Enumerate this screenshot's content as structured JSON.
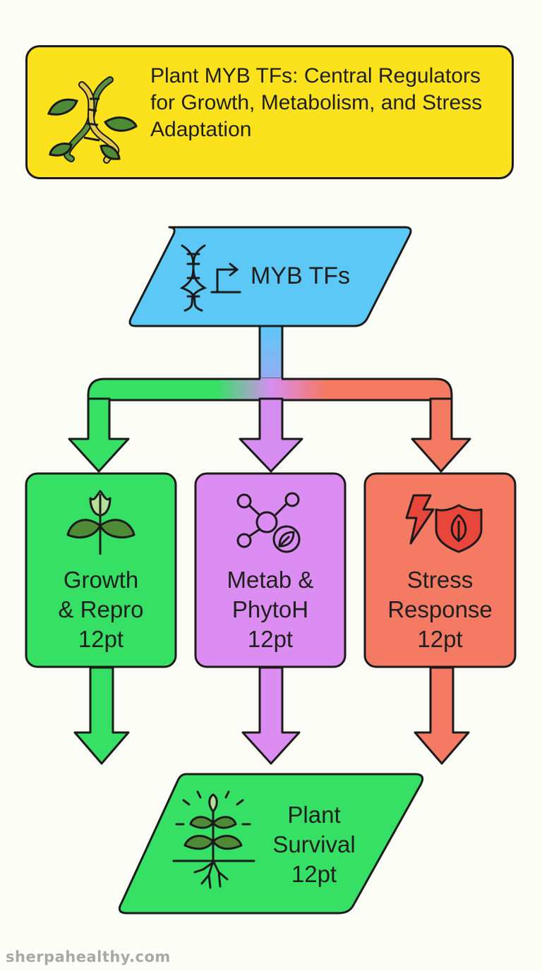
{
  "header": {
    "title": "Plant MYB TFs: Central Regulators for Growth, Metabolism, and Stress Adaptation",
    "icon": "dna-leaf-icon"
  },
  "source_node": {
    "label": "MYB TFs",
    "icon": "dna-transcription-icon",
    "color": "#5bc8f5"
  },
  "branches": [
    {
      "label_line1": "Growth",
      "label_line2": "& Repro",
      "label_line3": "12pt",
      "icon": "sprout-flower-icon",
      "color": "#36e065"
    },
    {
      "label_line1": "Metab &",
      "label_line2": "PhytoH",
      "label_line3": "12pt",
      "icon": "molecule-leaf-icon",
      "color": "#dc8df2"
    },
    {
      "label_line1": "Stress",
      "label_line2": "Response",
      "label_line3": "12pt",
      "icon": "lightning-shield-icon",
      "color": "#f57a64"
    }
  ],
  "outcome_node": {
    "label_line1": "Plant",
    "label_line2": "Survival",
    "label_line3": "12pt",
    "icon": "rooted-plant-icon",
    "color": "#36e065"
  },
  "footer": {
    "text": "sherpahealthy.com"
  }
}
